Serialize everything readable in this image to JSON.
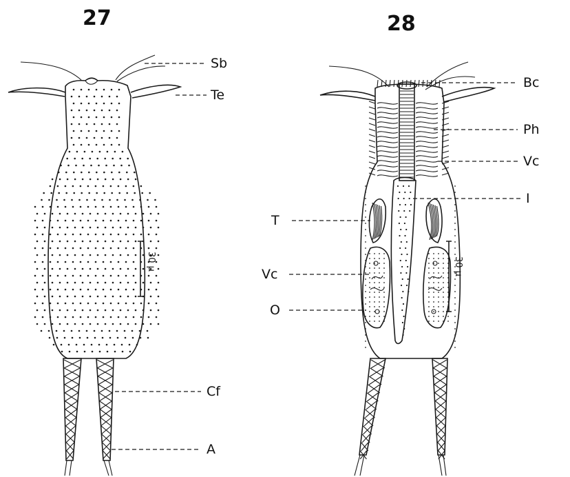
{
  "figures": [
    {
      "number": "27",
      "scale_label": "30 μ",
      "labels": {
        "sb": "Sb",
        "te": "Te",
        "cf": "Cf",
        "a": "A"
      }
    },
    {
      "number": "28",
      "scale_label": "30 μ",
      "labels": {
        "bc": "Bc",
        "ph": "Ph",
        "vc_right": "Vc",
        "i": "I",
        "t": "T",
        "vc_left": "Vc",
        "o": "O"
      }
    }
  ]
}
